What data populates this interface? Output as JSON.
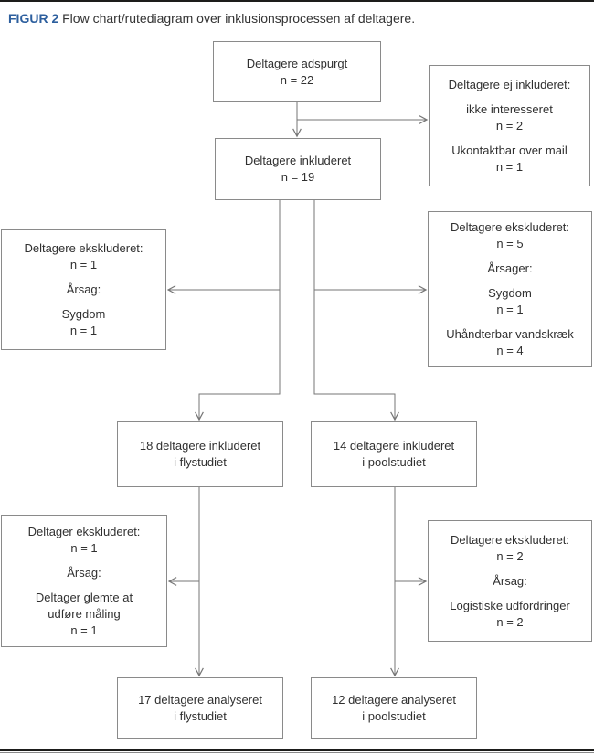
{
  "figure": {
    "label": "FIGUR 2",
    "caption": "Flow chart/rutediagram over inklusionsprocessen af deltagere."
  },
  "colors": {
    "accent_blue": "#2d5f9e",
    "box_border": "#8a8a8a",
    "connector": "#767676",
    "text": "#303030",
    "rule": "#1d1d1b"
  },
  "nodes": {
    "adspurgt": {
      "paras": [
        [
          "Deltagere adspurgt",
          "n = 22"
        ]
      ]
    },
    "ej_inkluderet": {
      "paras": [
        [
          "Deltagere ej inkluderet:"
        ],
        [
          "ikke interesseret",
          "n = 2"
        ],
        [
          "Ukontaktbar over mail",
          "n = 1"
        ]
      ]
    },
    "inkluderet": {
      "paras": [
        [
          "Deltagere inkluderet",
          "n = 19"
        ]
      ]
    },
    "ekskluderet_venstre_1": {
      "paras": [
        [
          "Deltagere ekskluderet:",
          "n = 1"
        ],
        [
          "Årsag:"
        ],
        [
          "Sygdom",
          "n = 1"
        ]
      ]
    },
    "ekskluderet_hoejre_1": {
      "paras": [
        [
          "Deltagere ekskluderet:",
          "n = 5"
        ],
        [
          "Årsager:"
        ],
        [
          "Sygdom",
          "n = 1"
        ],
        [
          "Uhåndterbar vandskræk",
          "n = 4"
        ]
      ]
    },
    "fly_inkluderet": {
      "paras": [
        [
          "18 deltagere inkluderet",
          "i flystudiet"
        ]
      ]
    },
    "pool_inkluderet": {
      "paras": [
        [
          "14 deltagere inkluderet",
          "i poolstudiet"
        ]
      ]
    },
    "ekskluderet_venstre_2": {
      "paras": [
        [
          "Deltager ekskluderet:",
          "n = 1"
        ],
        [
          "Årsag:"
        ],
        [
          "Deltager glemte at",
          "udføre måling",
          "n = 1"
        ]
      ]
    },
    "ekskluderet_hoejre_2": {
      "paras": [
        [
          "Deltagere ekskluderet:",
          "n = 2"
        ],
        [
          "Årsag:"
        ],
        [
          "Logistiske udfordringer",
          "n = 2"
        ]
      ]
    },
    "fly_analyseret": {
      "paras": [
        [
          "17 deltagere analyseret",
          "i flystudiet"
        ]
      ]
    },
    "pool_analyseret": {
      "paras": [
        [
          "12 deltagere analyseret",
          "i poolstudiet"
        ]
      ]
    }
  }
}
